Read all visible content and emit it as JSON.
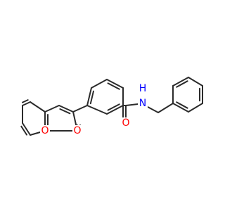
{
  "molecule": {
    "atoms": {
      "ring_oxygen": {
        "symbol": "O",
        "color": "#ff0000"
      },
      "carbonyl_oxygen_lactone": {
        "symbol": "O",
        "color": "#ff0000"
      },
      "carbonyl_oxygen_amide": {
        "symbol": "O",
        "color": "#ff0000"
      },
      "amide_nitrogen": {
        "symbol": "N",
        "color": "#0000ff"
      },
      "amide_hydrogen": {
        "symbol": "H",
        "color": "#0000ff"
      }
    },
    "colors": {
      "bond": "#2b2b2b",
      "oxygen": "#ff0000",
      "nitrogen": "#0000ff",
      "background": "#ffffff"
    }
  }
}
